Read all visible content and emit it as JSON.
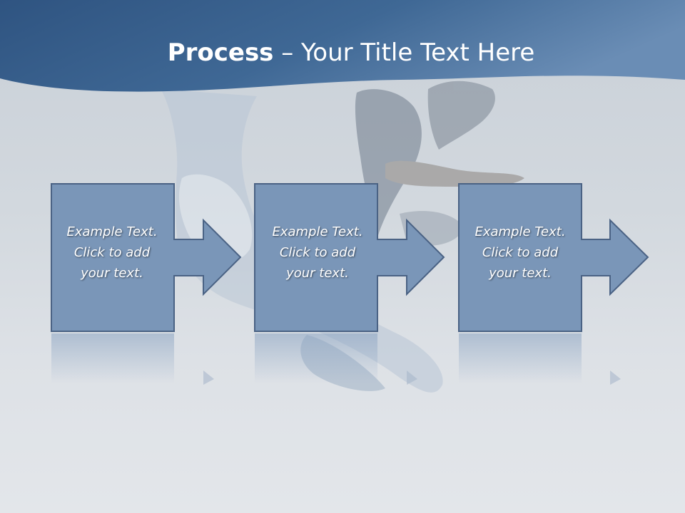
{
  "slide": {
    "title_bold": "Process",
    "title_rest": " – Your Title Text Here",
    "steps": [
      {
        "line1": "Example Text.",
        "line2": "Click  to add",
        "line3": "your text."
      },
      {
        "line1": "Example Text.",
        "line2": "Click  to add",
        "line3": "your text."
      },
      {
        "line1": "Example Text.",
        "line2": "Click  to add",
        "line3": "your text."
      }
    ]
  },
  "colors": {
    "header": "#3f6590",
    "box_fill": "#7a96b8",
    "box_stroke": "#4a6284",
    "background": "#d6dbe1",
    "text": "#ffffff"
  }
}
